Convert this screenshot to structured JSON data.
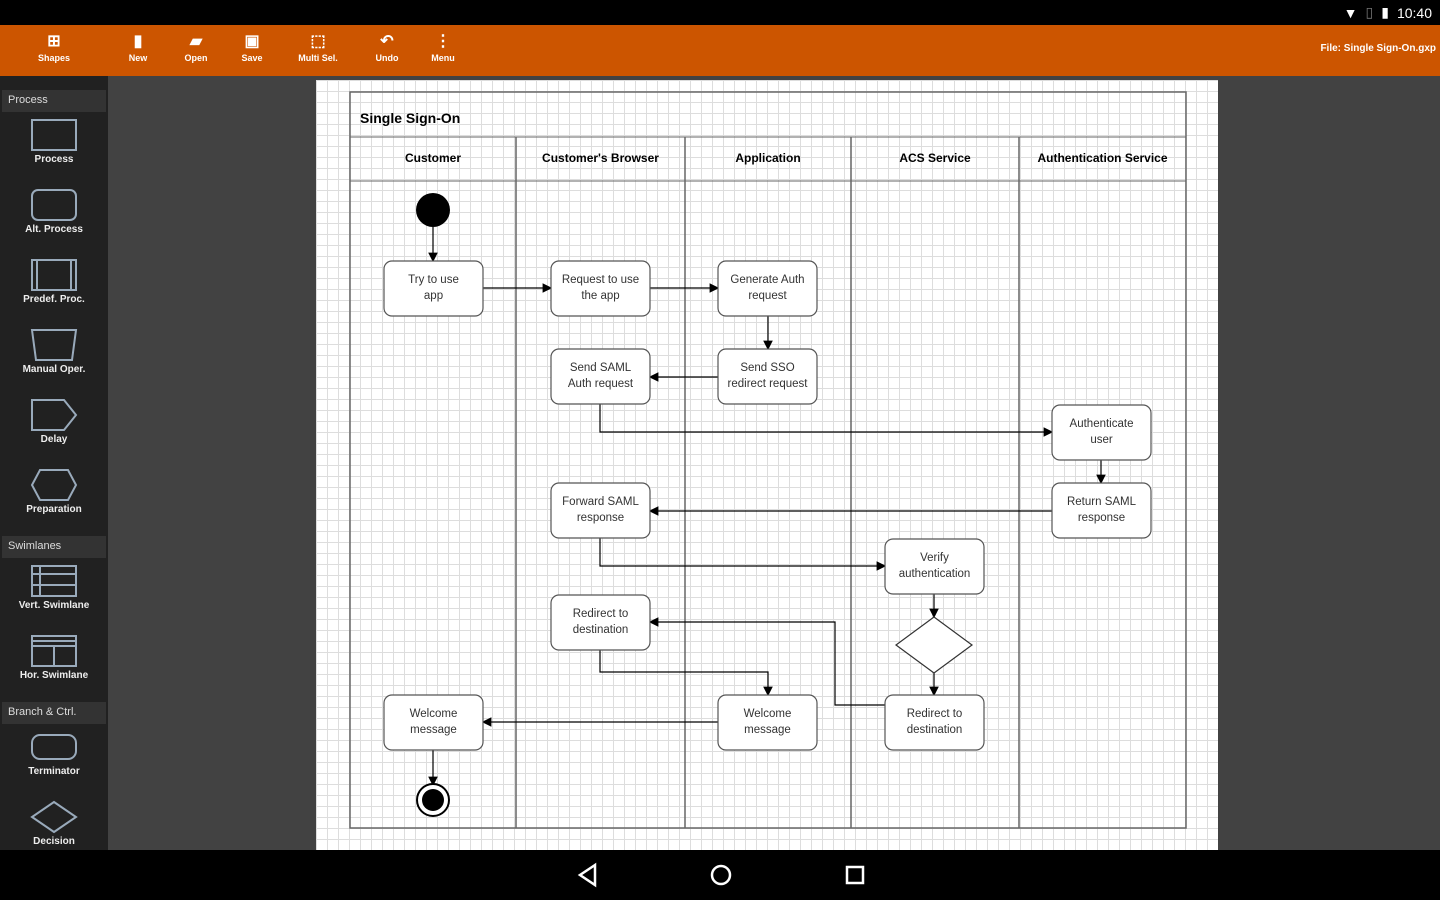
{
  "status": {
    "time": "10:40",
    "icons": [
      "wifi-icon",
      "no-sim-icon",
      "battery-icon"
    ]
  },
  "toolbar": {
    "items": [
      {
        "label": "Shapes",
        "icon": "shapes-icon",
        "glyph": "⊞"
      },
      {
        "label": "New",
        "icon": "new-file-icon",
        "glyph": "▮"
      },
      {
        "label": "Open",
        "icon": "open-folder-icon",
        "glyph": "▰"
      },
      {
        "label": "Save",
        "icon": "save-icon",
        "glyph": "▣"
      },
      {
        "label": "Multi Sel.",
        "icon": "multi-select-icon",
        "glyph": "⬚"
      },
      {
        "label": "Undo",
        "icon": "undo-icon",
        "glyph": "↶"
      },
      {
        "label": "Menu",
        "icon": "menu-icon",
        "glyph": "⋮"
      }
    ],
    "file_label": "File:  Single Sign-On.gxp"
  },
  "sidebar": {
    "sections": [
      {
        "title": "Process",
        "items": [
          "Process",
          "Alt. Process",
          "Predef. Proc.",
          "Manual Oper.",
          "Delay",
          "Preparation"
        ]
      },
      {
        "title": "Swimlanes",
        "items": [
          "Vert. Swimlane",
          "Hor. Swimlane"
        ]
      },
      {
        "title": "Branch & Ctrl.",
        "items": [
          "Terminator",
          "Decision"
        ]
      }
    ]
  },
  "diagram": {
    "title": "Single Sign-On",
    "lanes": [
      "Customer",
      "Customer's Browser",
      "Application",
      "ACS Service",
      "Authentication Service"
    ],
    "nodes": {
      "n1": [
        "Try to use",
        "app"
      ],
      "n2": [
        "Request to use",
        "the app"
      ],
      "n3": [
        "Generate Auth",
        "request"
      ],
      "n4": [
        "Send SAML",
        "Auth request"
      ],
      "n5": [
        "Send SSO",
        "redirect request"
      ],
      "n6": [
        "Authenticate",
        "user"
      ],
      "n7": [
        "Return SAML",
        "response"
      ],
      "n8": [
        "Forward SAML",
        "response"
      ],
      "n9": [
        "Verify",
        "authentication"
      ],
      "n10": [
        "Redirect to",
        "destination"
      ],
      "n11": [
        "Redirect to",
        "destination"
      ],
      "n12": [
        "Welcome",
        "message"
      ],
      "n13": [
        "Welcome",
        "message"
      ]
    }
  },
  "colors": {
    "accent": "#cc5500",
    "sidebar": "#212121",
    "background": "#424242"
  }
}
